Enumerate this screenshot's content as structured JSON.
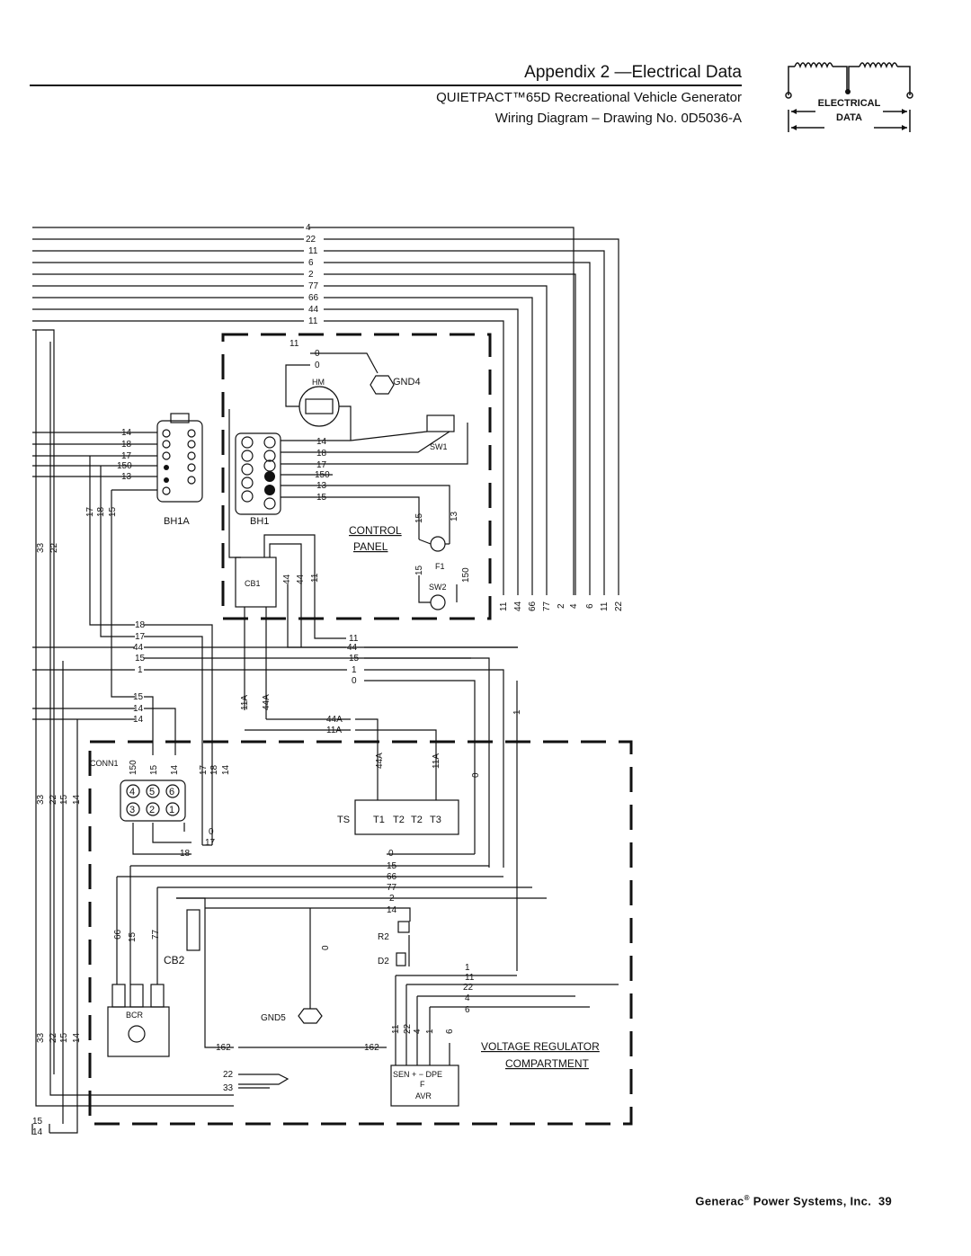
{
  "header": {
    "title": "Appendix 2 —Electrical Data",
    "subtitle_line1": "QUIETPACT™65D Recreational Vehicle Generator",
    "subtitle_line2": "Wiring Diagram – Drawing No. 0D5036-A"
  },
  "logo": {
    "line1": "ELECTRICAL",
    "line2": "DATA"
  },
  "diagram": {
    "top_bus": [
      "4",
      "22",
      "11",
      "6",
      "2",
      "77",
      "66",
      "44",
      "11"
    ],
    "control_panel": {
      "label_line1": "CONTROL",
      "label_line2": "PANEL",
      "components": [
        "HM",
        "GND4",
        "SW1",
        "BH1",
        "BH1A",
        "CB1",
        "F1",
        "SW2"
      ],
      "bh1_wires": [
        "14",
        "18",
        "17",
        "150",
        "13",
        "15"
      ],
      "bh1a_wires": [
        "14",
        "18",
        "17",
        "150",
        "13"
      ],
      "top_wires": [
        "11",
        "0",
        "0"
      ],
      "vertical_wires": [
        "15",
        "13",
        "15",
        "150",
        "44",
        "44",
        "11"
      ],
      "exit_wires": [
        "11",
        "44",
        "66",
        "77",
        "2",
        "4",
        "6",
        "11",
        "22"
      ]
    },
    "mid_bus": [
      "18",
      "17",
      "44",
      "15",
      "1",
      "11",
      "44",
      "15",
      "1",
      "0"
    ],
    "left_bus": [
      "33",
      "22",
      "17",
      "18",
      "15",
      "15",
      "14",
      "14"
    ],
    "cb1_wires": [
      "11A",
      "44A",
      "44A",
      "11A"
    ],
    "voltage_regulator": {
      "label_line1": "VOLTAGE REGULATOR",
      "label_line2": "COMPARTMENT",
      "conn1": {
        "label": "CONN1",
        "pins": [
          "4",
          "5",
          "6",
          "3",
          "2",
          "1"
        ],
        "wires": [
          "150",
          "15",
          "14",
          "17",
          "18",
          "14"
        ]
      },
      "ts": {
        "label": "TS",
        "terminals": [
          "T1",
          "T2",
          "T2",
          "T3"
        ]
      },
      "bus": [
        "0",
        "17",
        "18",
        "0",
        "15",
        "66",
        "77",
        "2",
        "14"
      ],
      "cb2_label": "CB2",
      "r2_label": "R2",
      "d2_label": "D2",
      "bcr_label": "BCR",
      "gnd5_label": "GND5",
      "avr": {
        "label": "AVR",
        "terminals": "SEN + − DPE",
        "f_label": "F"
      },
      "avr_wires": [
        "1",
        "11",
        "22",
        "4",
        "6",
        "162",
        "162",
        "22",
        "33"
      ],
      "left_wires": [
        "66",
        "15",
        "77",
        "33",
        "22",
        "15",
        "14",
        "15",
        "14"
      ]
    }
  },
  "footer": {
    "company": "Generac",
    "reg": "®",
    "suffix": "Power Systems, Inc.",
    "page": "39"
  }
}
